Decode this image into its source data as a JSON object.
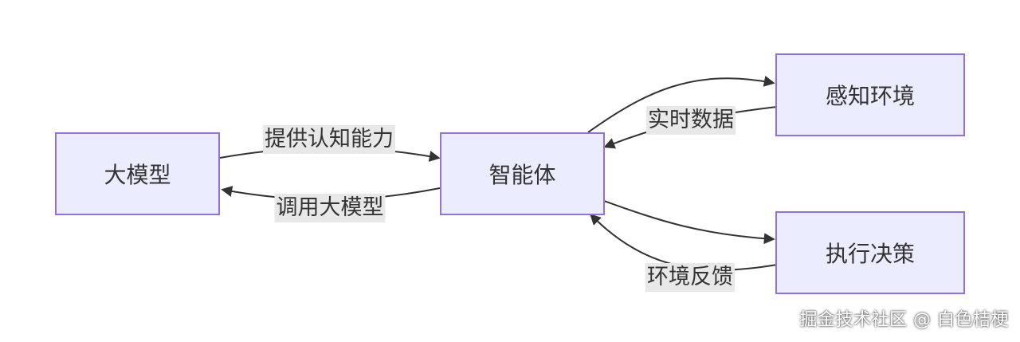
{
  "nodes": {
    "llm": "大模型",
    "agent": "智能体",
    "perceive": "感知环境",
    "execute": "执行决策"
  },
  "edges": {
    "llm_to_agent": "提供认知能力",
    "agent_to_llm": "调用大模型",
    "perceive_to_agent": "实时数据",
    "execute_to_agent": "环境反馈"
  },
  "watermark": "掘金技术社区 @ 白色桔梗",
  "colors": {
    "node_fill": "#ECECFF",
    "node_border": "#9370DB",
    "edge": "#333333",
    "label_bg": "#e8e8e8"
  }
}
